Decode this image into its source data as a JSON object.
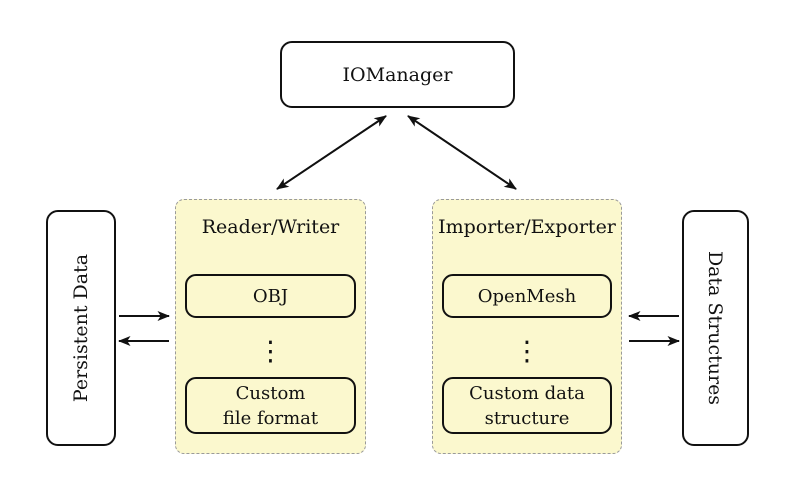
{
  "diagram": {
    "nodes": {
      "io_manager": {
        "label": "IOManager"
      },
      "persistent_data": {
        "label": "Persistent Data"
      },
      "data_structures": {
        "label": "Data Structures"
      },
      "reader_writer": {
        "title": "Reader/Writer",
        "ellipsis": "⋮",
        "items": [
          {
            "label": "OBJ"
          },
          {
            "label_line1": "Custom",
            "label_line2": "file format"
          }
        ]
      },
      "importer_exporter": {
        "title": "Importer/Exporter",
        "ellipsis": "⋮",
        "items": [
          {
            "label": "OpenMesh"
          },
          {
            "label_line1": "Custom data",
            "label_line2": "structure"
          }
        ]
      }
    },
    "connections": [
      {
        "from": "io_manager",
        "to": "reader_writer",
        "style": "double-headed-arrow"
      },
      {
        "from": "io_manager",
        "to": "importer_exporter",
        "style": "double-headed-arrow"
      },
      {
        "from": "persistent_data",
        "to": "reader_writer",
        "style": "arrow-right"
      },
      {
        "from": "reader_writer",
        "to": "persistent_data",
        "style": "arrow-left"
      },
      {
        "from": "data_structures",
        "to": "importer_exporter",
        "style": "arrow-left"
      },
      {
        "from": "importer_exporter",
        "to": "data_structures",
        "style": "arrow-right"
      }
    ],
    "colors": {
      "background": "#FFFFFF",
      "node_fill": "#FFFFFF",
      "node_border": "#111111",
      "group_fill": "#FBF8CE",
      "group_border": "#9A9A9A",
      "arrow": "#111111"
    }
  }
}
